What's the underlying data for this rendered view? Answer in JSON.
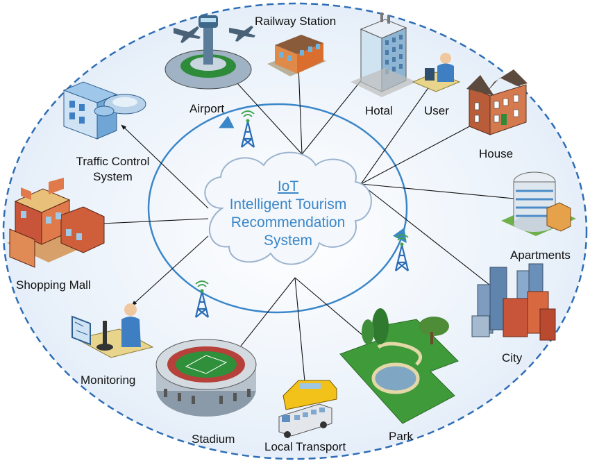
{
  "center": {
    "line1": "IoT",
    "line2": "Intelligent Tourism",
    "line3": "Recommendation",
    "line4": "System"
  },
  "nodes": {
    "airport": "Airport",
    "railway": "Railway Station",
    "hotal": "Hotal",
    "user": "User",
    "house": "House",
    "apartments": "Apartments",
    "city": "City",
    "park": "Park",
    "local_transport": "Local Transport",
    "stadium": "Stadium",
    "monitoring": "Monitoring",
    "shopping_mall": "Shopping Mall",
    "traffic_line1": "Traffic Control",
    "traffic_line2": "System"
  },
  "colors": {
    "ring": "#3a86c8",
    "dashed": "#2e6db5",
    "oval_fill": "#eef4fb",
    "cloud_fill": "#f2f6fb",
    "tower": "#2a6cb5",
    "signal": "#3fa34d",
    "arrow": "#111111"
  },
  "icons": [
    "airport-icon",
    "railway-station-icon",
    "hotel-icon",
    "user-icon",
    "house-icon",
    "apartments-icon",
    "city-icon",
    "park-icon",
    "local-transport-icon",
    "stadium-icon",
    "monitoring-icon",
    "shopping-mall-icon",
    "traffic-control-icon",
    "cell-tower-icon"
  ]
}
